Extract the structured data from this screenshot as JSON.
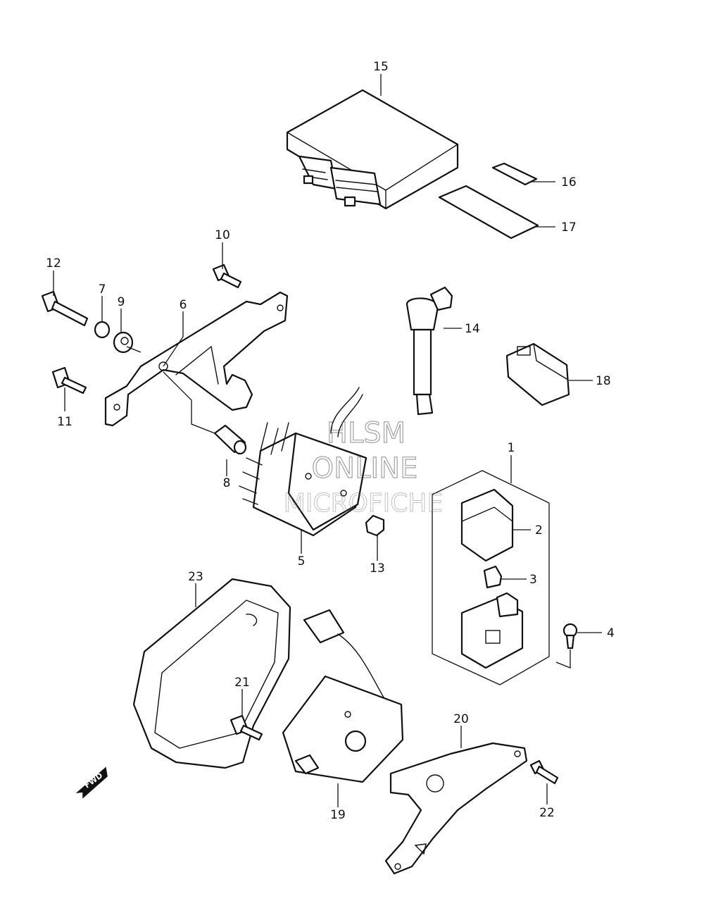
{
  "watermark": {
    "line1": "HLSM",
    "line2": "ONLINE",
    "line3": "MICROFICHE"
  },
  "direction_arrow": "FWD",
  "callouts": [
    {
      "n": "1"
    },
    {
      "n": "2"
    },
    {
      "n": "3"
    },
    {
      "n": "4"
    },
    {
      "n": "5"
    },
    {
      "n": "6"
    },
    {
      "n": "7"
    },
    {
      "n": "8"
    },
    {
      "n": "9"
    },
    {
      "n": "10"
    },
    {
      "n": "11"
    },
    {
      "n": "12"
    },
    {
      "n": "13"
    },
    {
      "n": "14"
    },
    {
      "n": "15"
    },
    {
      "n": "16"
    },
    {
      "n": "17"
    },
    {
      "n": "18"
    },
    {
      "n": "19"
    },
    {
      "n": "20"
    },
    {
      "n": "21"
    },
    {
      "n": "22"
    },
    {
      "n": "23"
    }
  ]
}
